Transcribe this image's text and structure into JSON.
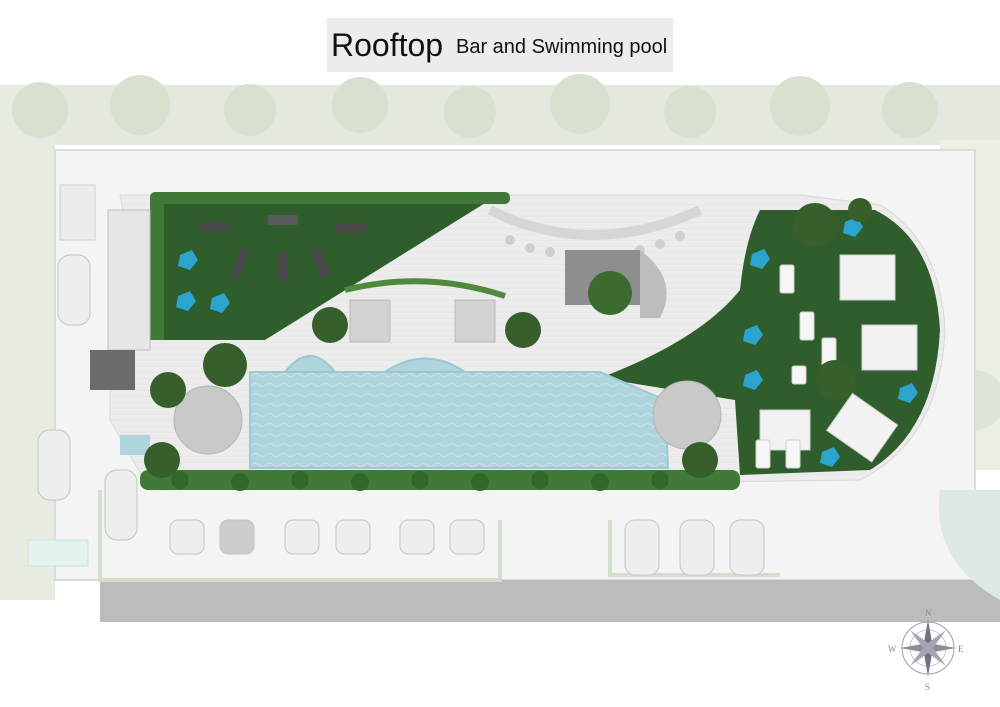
{
  "title": {
    "main": "Rooftop",
    "sub": "Bar and Swimming pool"
  },
  "compass": {
    "north": "N",
    "south": "S",
    "east": "E",
    "west": "W"
  },
  "colors": {
    "lawn": "#2f5e2c",
    "pool": "#a9d3dc",
    "deck": "#ececec",
    "road": "#bdbdbd",
    "seat": "#2ba4cf"
  }
}
